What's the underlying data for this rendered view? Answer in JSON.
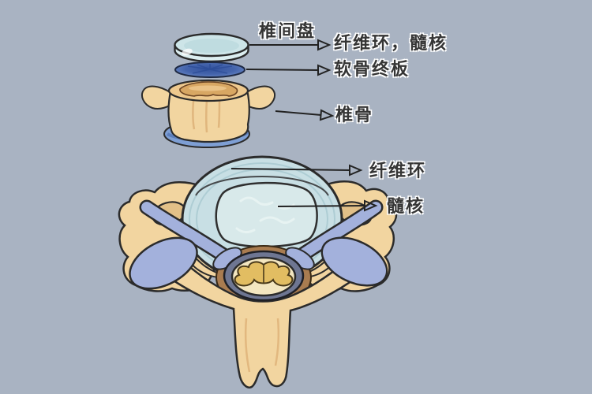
{
  "figure": {
    "labels": {
      "disc": "椎间盘",
      "annulus_and_nucleus": "纤维环，髓核",
      "endplate": "软骨终板",
      "vertebra": "椎骨",
      "annulus": "纤维环",
      "nucleus": "髓核"
    },
    "colors": {
      "background": "#a9b3c2",
      "outline": "#2b2b2b",
      "bone": "#f2d5a0",
      "bone_rim": "#eec98e",
      "bone_inner": "#d8a763",
      "foramen": "#e2c088",
      "disc_pale_blue": "#c8dfe4",
      "disc_top_face": "#cde5e8",
      "disc_side": "#dceef0",
      "nucleus_blue": "#d8e9ea",
      "ring_line": "#aecdd4",
      "endplate_blue": "#4465ad",
      "under_disc_blue": "#7e9fd4",
      "ligament_periwinkle": "#a3b1dc",
      "canal_slate": "#6e7692",
      "cord_cream": "#f3e6c0",
      "gray_matter_gold": "#e2bd62",
      "soft_tissue_brown": "#a97c50",
      "label_text": "#353535"
    }
  }
}
